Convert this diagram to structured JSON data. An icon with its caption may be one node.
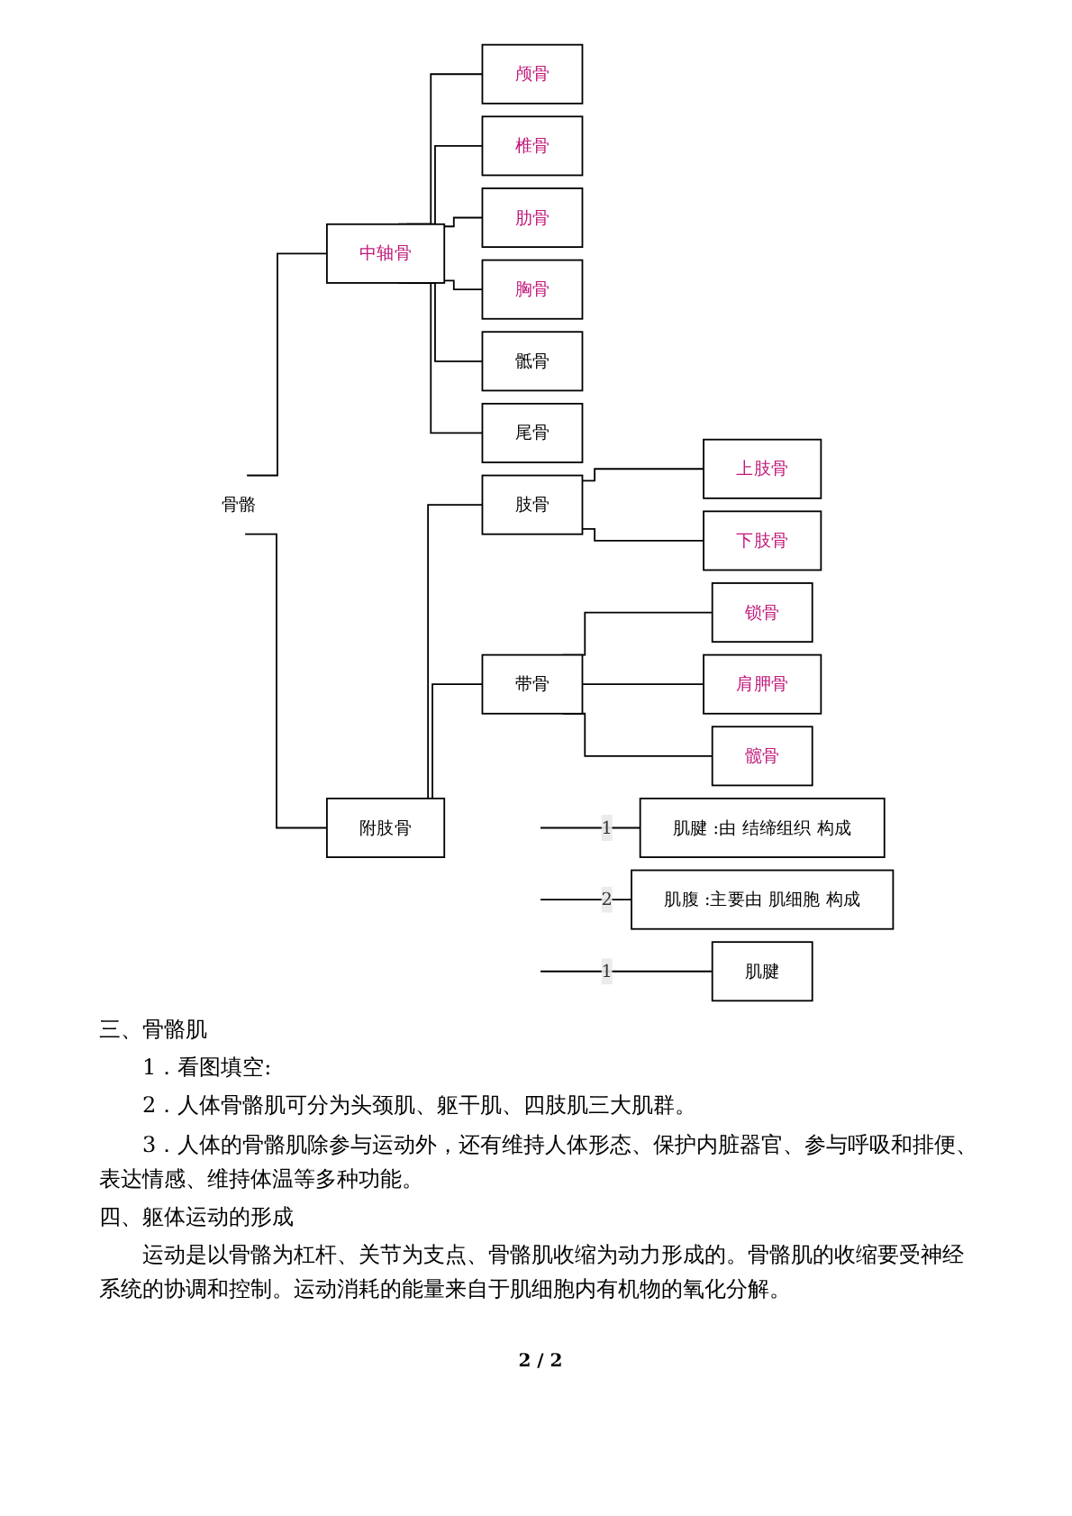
{
  "diagram": {
    "nodes": [
      {
        "text": [
          "骨骼"
        ]
      },
      {
        "text": [
          "中轴骨"
        ]
      },
      {
        "text": [
          "颅骨"
        ]
      },
      {
        "text": [
          "椎骨"
        ]
      },
      {
        "text": [
          "肋骨"
        ]
      },
      {
        "text": [
          "胸骨"
        ]
      },
      {
        "text": [
          "骶骨"
        ]
      },
      {
        "text": [
          "尾骨"
        ]
      },
      {
        "text": [
          "附肢骨"
        ]
      },
      {
        "text": [
          "肢骨"
        ]
      },
      {
        "text": [
          "上肢骨"
        ]
      },
      {
        "text": [
          "下肢骨"
        ]
      },
      {
        "text": [
          "带骨"
        ]
      },
      {
        "text": [
          "锁骨"
        ]
      },
      {
        "text": [
          "肩胛骨"
        ]
      },
      {
        "text": [
          "髋骨"
        ]
      },
      {
        "text": [
          "肌腱 :由 结缔组织 构成"
        ]
      },
      {
        "text": [
          "肌腹 :主要由 肌细胞 构成"
        ]
      },
      {
        "text": [
          "肌腱"
        ]
      }
    ],
    "edges": [
      {
        "from": 0,
        "to": 1,
        "arrow": "none"
      },
      {
        "from": 0,
        "to": 8,
        "arrow": "none"
      },
      {
        "from": 1,
        "to": 2,
        "arrow": "none"
      },
      {
        "from": 1,
        "to": 3,
        "arrow": "none"
      },
      {
        "from": 1,
        "to": 4,
        "arrow": "none"
      },
      {
        "from": 1,
        "to": 5,
        "arrow": "none"
      },
      {
        "from": 1,
        "to": 6,
        "arrow": "none"
      },
      {
        "from": 1,
        "to": 7,
        "arrow": "none"
      },
      {
        "from": 8,
        "to": 9,
        "arrow": "none"
      },
      {
        "from": 8,
        "to": 12,
        "arrow": "none"
      },
      {
        "from": 9,
        "to": 10,
        "arrow": "none"
      },
      {
        "from": 9,
        "to": 11,
        "arrow": "none"
      },
      {
        "from": 12,
        "to": 13,
        "arrow": "none"
      },
      {
        "from": 12,
        "to": 14,
        "arrow": "none"
      },
      {
        "from": 12,
        "to": 15,
        "arrow": "none"
      },
      {
        "from": 16,
        "to": null,
        "arrow": "none",
        "label": "1"
      },
      {
        "from": 17,
        "to": null,
        "arrow": "none",
        "label": "2"
      },
      {
        "from": 18,
        "to": null,
        "arrow": "none",
        "label": "1"
      }
    ],
    "labels": [
      "三、骨骼肌",
      "1．看图填空:",
      "2．人体骨骼肌可分为头颈肌、躯干肌、四肢肌三大肌群。",
      "3．人体的骨骼肌除参与运动外，还有维持人体形态、保护内脏器官、参与呼吸和排便、表达情感、维持体温等多种功能。",
      "四、躯体运动的形成",
      "运动是以骨骼为杠杆、关节为支点、骨骼肌收缩为动力形成的。骨骼肌的收缩要受神经系统的协调和控制。运动消耗的能量来自于肌细胞内有机物的氧化分解。",
      "2 / 2"
    ]
  }
}
